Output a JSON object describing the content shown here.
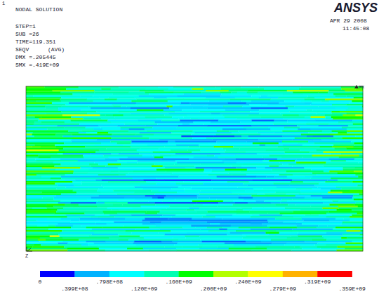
{
  "diagram": {
    "title": "NODAL SOLUTION",
    "labels": [
      "1",
      "STEP=1",
      "SUB =26",
      "TIME=119.351",
      "SEQV",
      "(AVG)",
      "DMX =.205445",
      "SMX =.419E+09",
      "ANSYS",
      "APR 29 2008",
      "11:45:08",
      "MX",
      "Z",
      "0",
      ".399E+08",
      ".798E+08",
      ".120E+09",
      ".160E+09",
      ".200E+09",
      ".240E+09",
      ".279E+09",
      ".319E+09",
      ".359E+09"
    ]
  }
}
